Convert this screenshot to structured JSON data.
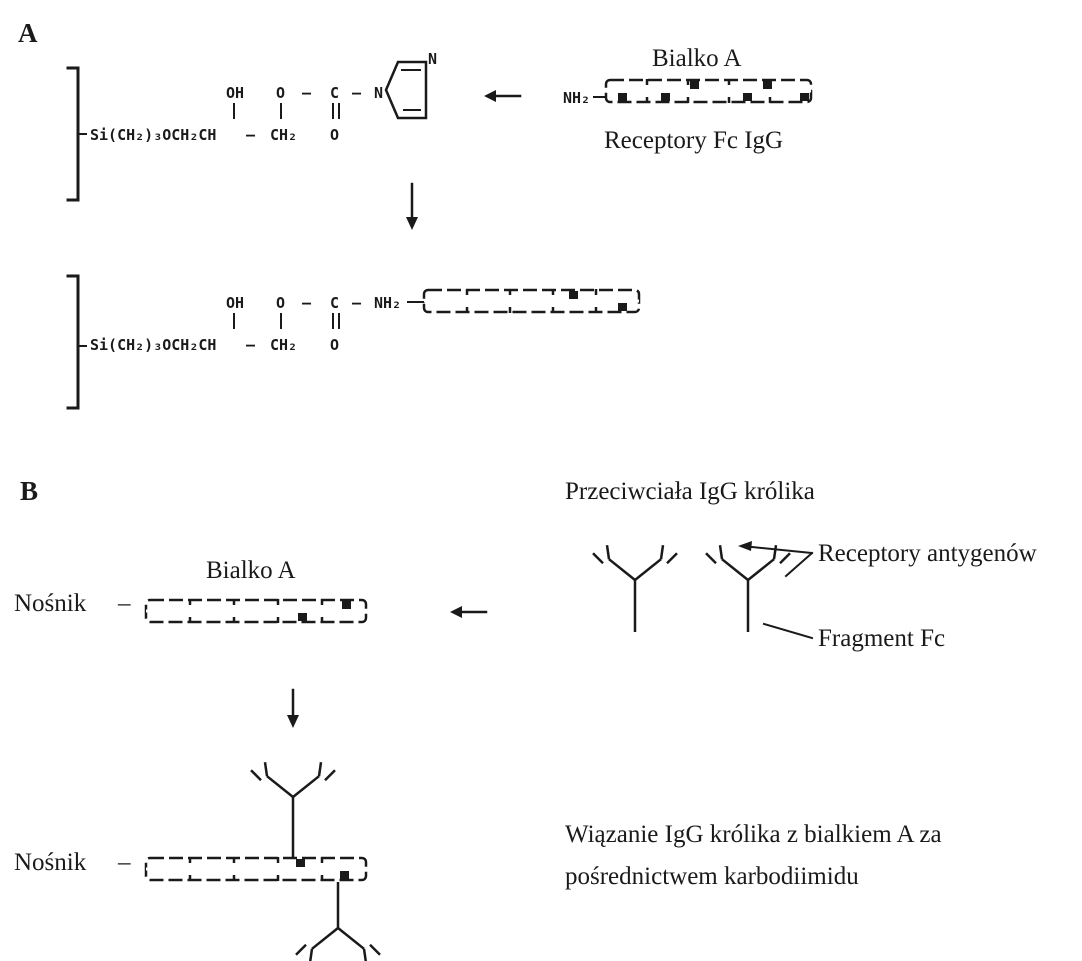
{
  "panel_a": {
    "label": "A",
    "chem": {
      "oh": "OH",
      "o_top": "O",
      "dash1": "–",
      "c": "C",
      "dash2": "–",
      "n": "N",
      "ring_n": "N",
      "si_chain": "Si(CH₂)₃OCH₂CH",
      "dash3": "–",
      "ch2": "CH₂",
      "o_bottom": "O",
      "nh2": "NH₂"
    },
    "protein_name": "Bialko A",
    "protein_note": "Receptory Fc IgG",
    "product_chem": {
      "oh": "OH",
      "o_top": "O",
      "dash1": "–",
      "c": "C",
      "dash2": "–",
      "nh2": "NH₂",
      "si_chain": "Si(CH₂)₃OCH₂CH",
      "dash3": "–",
      "ch2": "CH₂",
      "o_bottom": "O"
    }
  },
  "panel_b": {
    "label": "B",
    "antibody_title": "Przeciwciała IgG królika",
    "antigen_receptors": "Receptory antygenów",
    "fc_fragment": "Fragment Fc",
    "protein_name": "Bialko A",
    "carrier": "Nośnik",
    "carrier_dash": "–",
    "carrier2": "Nośnik",
    "carrier2_dash": "–",
    "description_line1": "Wiązanie IgG królika z bialkiem A za",
    "description_line2": "pośrednictwem karbodiimidu"
  }
}
